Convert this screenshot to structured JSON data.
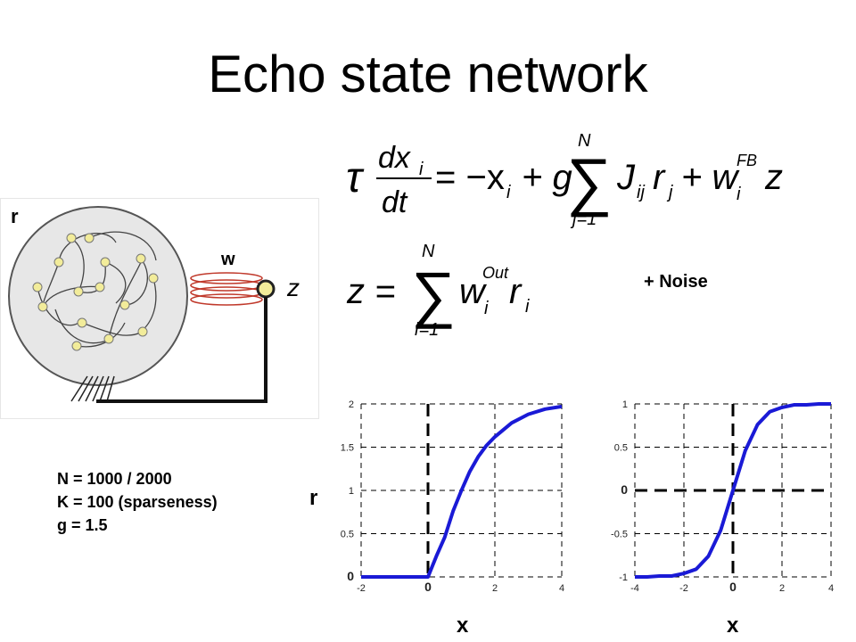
{
  "slide": {
    "title": "Echo state network",
    "noise_label": "+ Noise",
    "params": [
      "N = 1000 / 2000",
      "K = 100 (sparseness)",
      "g = 1.5"
    ],
    "r_label": "r",
    "x_labels": [
      "x",
      "x"
    ]
  },
  "diagram": {
    "reservoir_label": "r",
    "weight_label": "w",
    "output_label": "z",
    "node_color": "#f2ec9a"
  },
  "equations": {
    "eq1": {
      "tau": "τ",
      "dx": "dx",
      "sub_i": "i",
      "dt": "dt",
      "rhs_1": "= −x",
      "plus": "+ g",
      "sum_top": "N",
      "sum_bottom": "j=1",
      "J": "J",
      "J_sub": "ij",
      "r": "r",
      "r_sub": "j",
      "plus2": "+ w",
      "w_sup": "FB",
      "w_sub": "i",
      "z": "z",
      "sigma": "∑"
    },
    "eq2": {
      "lhs": "z =",
      "sum_top": "N",
      "sum_bottom": "i=1",
      "w": "w",
      "w_sup": "Out",
      "w_sub": "i",
      "r": "r",
      "r_sub": "i",
      "sigma": "∑"
    }
  },
  "chart_data": [
    {
      "type": "line",
      "title": "",
      "xlabel": "x",
      "ylabel": "r",
      "xlim": [
        -2,
        4
      ],
      "ylim": [
        0,
        2
      ],
      "xticks": [
        "-2",
        "0",
        "2",
        "4"
      ],
      "yticks": [
        "0",
        "0.5",
        "1",
        "1.5",
        "2"
      ],
      "grid": true,
      "color": "#1a1ad6",
      "series": [
        {
          "x": [
            -2,
            -1.5,
            -1.0,
            -0.5,
            -0.2,
            0,
            0.25,
            0.5,
            0.75,
            1.0,
            1.25,
            1.5,
            1.75,
            2.0,
            2.5,
            3.0,
            3.5,
            4.0
          ],
          "y": [
            0,
            0,
            0,
            0,
            0,
            0.0,
            0.24,
            0.46,
            0.76,
            1.0,
            1.22,
            1.39,
            1.52,
            1.62,
            1.78,
            1.88,
            1.94,
            1.97
          ]
        }
      ]
    },
    {
      "type": "line",
      "title": "",
      "xlabel": "x",
      "ylabel": "",
      "xlim": [
        -4,
        4
      ],
      "ylim": [
        -1,
        1
      ],
      "xticks": [
        "-4",
        "-2",
        "0",
        "2",
        "4"
      ],
      "yticks": [
        "-1",
        "-0.5",
        "0",
        "0.5",
        "1"
      ],
      "grid": true,
      "color": "#1a1ad6",
      "series": [
        {
          "x": [
            -4,
            -3.5,
            -3.0,
            -2.5,
            -2.0,
            -1.5,
            -1.0,
            -0.5,
            0,
            0.5,
            1.0,
            1.5,
            2.0,
            2.5,
            3.0,
            3.5,
            4.0
          ],
          "y": [
            -1.0,
            -1.0,
            -0.99,
            -0.99,
            -0.96,
            -0.91,
            -0.76,
            -0.46,
            0,
            0.46,
            0.76,
            0.91,
            0.96,
            0.99,
            0.99,
            1.0,
            1.0
          ]
        }
      ]
    }
  ]
}
